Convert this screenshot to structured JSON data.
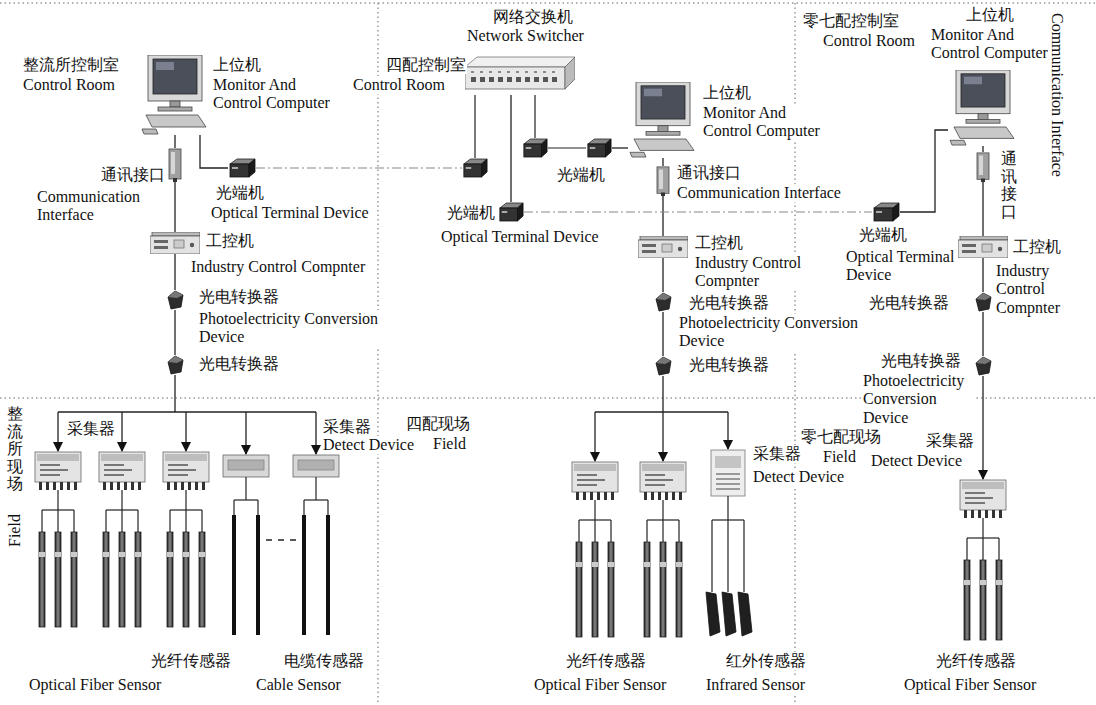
{
  "diagram": {
    "nodes": [
      {
        "text": [
          "上位机",
          "Monitor And Control Computer"
        ]
      },
      {
        "text": [
          "通讯接口",
          "Communication Interface"
        ]
      },
      {
        "text": [
          "光端机",
          "Optical Terminal Device"
        ]
      },
      {
        "text": [
          "工控机",
          "Industry Control Compnter"
        ]
      },
      {
        "text": [
          "光电转换器",
          "Photoelectricity Conversion Device"
        ]
      },
      {
        "text": [
          "光电转换器"
        ]
      },
      {
        "text": [
          "网络交换机",
          "Network Switcher"
        ]
      },
      {
        "text": [
          "光端机"
        ]
      },
      {
        "text": [
          "上位机",
          "Monitor And Control Computer"
        ]
      },
      {
        "text": [
          "光端机",
          "Optical Terminal Device"
        ]
      },
      {
        "text": [
          "通讯接口",
          "Communication Interface"
        ]
      },
      {
        "text": [
          "工控机",
          "Industry Control Compnter"
        ]
      },
      {
        "text": [
          "光电转换器",
          "Photoelectricity Conversion Device"
        ]
      },
      {
        "text": [
          "光电转换器"
        ]
      },
      {
        "text": [
          "上位机",
          "Monitor And Control Computer"
        ]
      },
      {
        "text": [
          "通讯接口",
          "Communication Interface"
        ]
      },
      {
        "text": [
          "光端机",
          "Optical Terminal Device"
        ]
      },
      {
        "text": [
          "工控机",
          "Industry Control Compnter"
        ]
      },
      {
        "text": [
          "光电转换器"
        ]
      },
      {
        "text": [
          "光电转换器",
          "Photoelectricity Conversion Device"
        ]
      }
    ],
    "edges": [
      {
        "from": 0,
        "to": 1,
        "arrow": "none"
      },
      {
        "from": 0,
        "to": 2,
        "arrow": "none"
      },
      {
        "from": 1,
        "to": 3,
        "arrow": "none"
      },
      {
        "from": 3,
        "to": 4,
        "arrow": "none"
      },
      {
        "from": 4,
        "to": 5,
        "arrow": "none"
      },
      {
        "from": 6,
        "to": 9,
        "arrow": "none"
      },
      {
        "from": 7,
        "to": 8,
        "arrow": "none"
      },
      {
        "from": 8,
        "to": 10,
        "arrow": "none"
      },
      {
        "from": 10,
        "to": 11,
        "arrow": "none"
      },
      {
        "from": 11,
        "to": 12,
        "arrow": "none"
      },
      {
        "from": 12,
        "to": 13,
        "arrow": "none"
      },
      {
        "from": 9,
        "to": 16,
        "arrow": "none"
      },
      {
        "from": 16,
        "to": 14,
        "arrow": "none"
      },
      {
        "from": 14,
        "to": 15,
        "arrow": "none"
      },
      {
        "from": 15,
        "to": 17,
        "arrow": "none"
      },
      {
        "from": 17,
        "to": 18,
        "arrow": "none"
      },
      {
        "from": 18,
        "to": 19,
        "arrow": "none"
      }
    ],
    "labels": [
      "整流所控制室",
      "Control Room",
      "四配控制室",
      "Control Room",
      "零七配控制室",
      "Control Room",
      "整流所现场",
      "Field",
      "采集器",
      "采集器",
      "Detect Device",
      "光纤传感器",
      "Optical Fiber Sensor",
      "电缆传感器",
      "Cable Sensor",
      "四配现场",
      "Field",
      "采集器",
      "Detect Device",
      "光纤传感器",
      "Optical Fiber Sensor",
      "红外传感器",
      "Infrared Sensor",
      "零七配现场",
      "Field",
      "采集器",
      "Detect Device",
      "光纤传感器",
      "Optical Fiber Sensor"
    ]
  }
}
